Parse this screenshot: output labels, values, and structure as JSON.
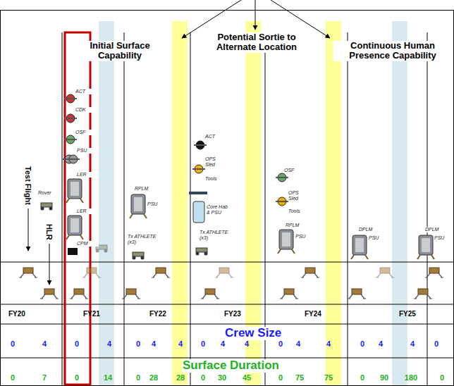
{
  "diagram": {
    "labels": [
      "Initial Surface Capability",
      "Potential Sortie to Alternate Location",
      "Continuous Human Presence Capability",
      "Test Flight",
      "HLR",
      "Rover",
      "ACT",
      "CDK",
      "OSF",
      "PSU",
      "LER",
      "LER",
      "CPM",
      "RPLM",
      "PSU",
      "Tx ATHLETE (x3)",
      "ACT",
      "OPS Sled",
      "Tools",
      "Core Hab & PSU",
      "Tx ATHLETE (x3)",
      "OSF",
      "OPS Sled",
      "Tools",
      "RPLM",
      "PSU",
      "DPLM",
      "PSU",
      "DPLM",
      "PSU",
      "FY20",
      "FY21",
      "FY22",
      "FY23",
      "FY24",
      "FY25",
      "Crew Size",
      "Surface Duration",
      "0",
      "4",
      "0",
      "4",
      "0",
      "4",
      "4",
      "0",
      "4",
      "4",
      "0",
      "4",
      "4",
      "0",
      "4",
      "4",
      "0",
      "0",
      "7",
      "0",
      "14",
      "0",
      "28",
      "28",
      "0",
      "30",
      "45",
      "0",
      "75",
      "75",
      "0",
      "90",
      "180",
      "0"
    ]
  }
}
